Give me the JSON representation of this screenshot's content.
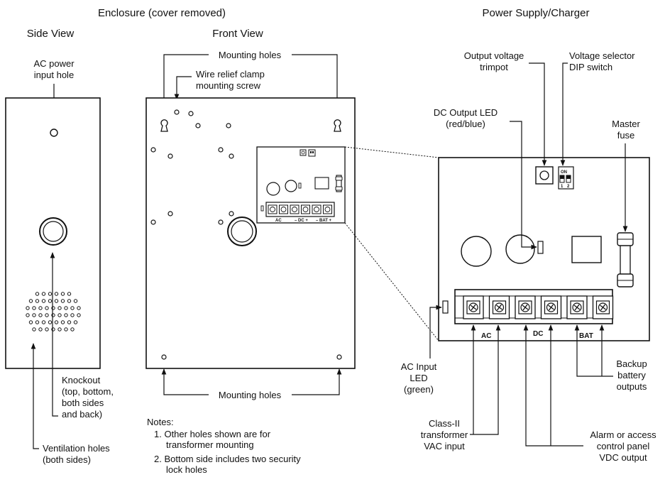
{
  "titles": {
    "enclosure": "Enclosure (cover removed)",
    "power_supply": "Power Supply/Charger"
  },
  "side_view": {
    "title": "Side View",
    "ac_hole": [
      "AC power",
      "input hole"
    ],
    "knockout": [
      "Knockout",
      "(top, bottom,",
      "both sides",
      "and back)"
    ],
    "ventilation": [
      "Ventilation holes",
      "(both sides)"
    ]
  },
  "front_view": {
    "title": "Front View",
    "mounting_top": "Mounting holes",
    "mounting_bottom": "Mounting holes",
    "clamp": [
      "Wire relief clamp",
      "mounting screw"
    ],
    "mini_labels": {
      "ac": "AC",
      "dc": "– DC +",
      "bat": "– BAT +"
    }
  },
  "notes": {
    "heading": "Notes:",
    "items": [
      [
        "1.  Other holes shown are for",
        "transformer mounting"
      ],
      [
        "2.  Bottom side includes two security",
        "lock holes"
      ]
    ]
  },
  "psu": {
    "trimpot": [
      "Output voltage",
      "trimpot"
    ],
    "dip": [
      "Voltage selector",
      "DIP switch"
    ],
    "dc_led": [
      "DC Output LED",
      "(red/blue)"
    ],
    "fuse": [
      "Master",
      "fuse"
    ],
    "ac_led": [
      "AC Input",
      "LED",
      "(green)"
    ],
    "battery": [
      "Backup",
      "battery",
      "outputs"
    ],
    "transformer": [
      "Class-II",
      "transformer",
      "VAC input"
    ],
    "panel": [
      "Alarm or access",
      "control panel",
      "VDC output"
    ],
    "dip_on": "ON",
    "dip_1": "1",
    "dip_2": "2",
    "term_ac": "AC",
    "term_dc": "DC",
    "term_bat": "BAT"
  }
}
